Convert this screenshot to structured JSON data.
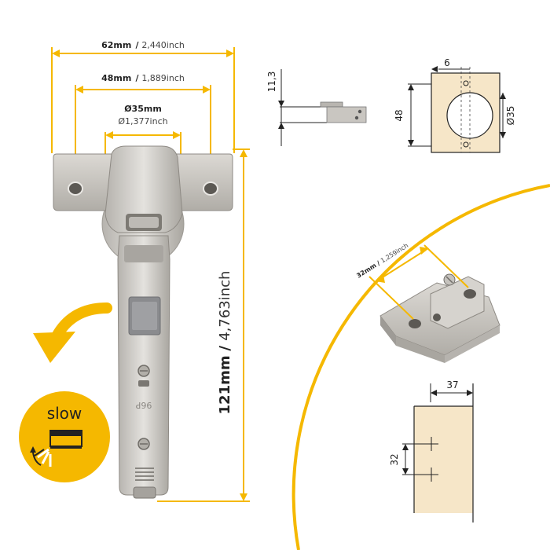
{
  "colors": {
    "accent": "#f5b800",
    "metal": "#c9c6c1",
    "metal_dark": "#8e8a84",
    "cabinet_fill": "#f6e6c8",
    "cabinet_stroke": "#222222"
  },
  "hinge_dimensions": {
    "width_62": {
      "metric": "62mm",
      "slash": " / ",
      "imperial": "2,440inch"
    },
    "width_48": {
      "metric": "48mm",
      "slash": " / ",
      "imperial": "1,889inch"
    },
    "cup_35": {
      "metric": "Ø35mm",
      "imperial": "Ø1,377inch"
    },
    "height_121": {
      "metric": "121mm",
      "slash": " / ",
      "imperial": "4,763inch"
    }
  },
  "side_profile": {
    "depth_label": "11,3"
  },
  "cup_drawing": {
    "offset_label": "6",
    "height_label": "48",
    "diameter_label": "Ø35"
  },
  "mounting_plate": {
    "metric": "32mm",
    "slash": " / ",
    "imperial": "1,259inch"
  },
  "plate_drawing": {
    "width_label": "37",
    "spacing_label": "32"
  },
  "badge": {
    "text": "slow",
    "icon": "soft-close-icon"
  }
}
